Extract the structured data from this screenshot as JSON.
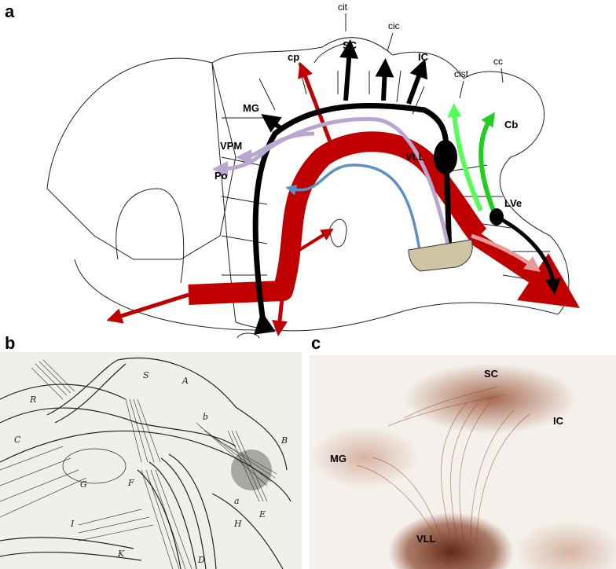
{
  "panels": {
    "a": {
      "letter": "a",
      "labels": {
        "cit": "cit",
        "cic": "cic",
        "cp": "cp",
        "sc": "SC",
        "ic": "IC",
        "cist": "cist",
        "cc": "cc",
        "mg": "MG",
        "vpm": "VPM",
        "po": "Po",
        "vll": "VLL",
        "cb": "Cb",
        "lve": "LVe"
      },
      "colors": {
        "thick_pathway": "#c00000",
        "black_pathway": "#000000",
        "lavender_pathway": "#b9a6cf",
        "blue_pathway": "#5b8fc5",
        "green_pathway": "#22cc22",
        "bright_green_pathway": "#55ff55",
        "pink_pathway": "#e59a9a",
        "nucleus_fill": "#cfc4a3"
      }
    },
    "b": {
      "letter": "b",
      "labels": {
        "A": "A",
        "B": "B",
        "b": "b",
        "R": "R",
        "S": "S",
        "G": "G",
        "F": "F",
        "E": "E",
        "H": "H",
        "a": "a",
        "D": "D",
        "K": "K",
        "I": "I",
        "C": "C"
      }
    },
    "c": {
      "letter": "c",
      "labels": {
        "sc": "SC",
        "ic": "IC",
        "mg": "MG",
        "vll": "VLL"
      },
      "stain_color": "#8b3a1a"
    }
  }
}
